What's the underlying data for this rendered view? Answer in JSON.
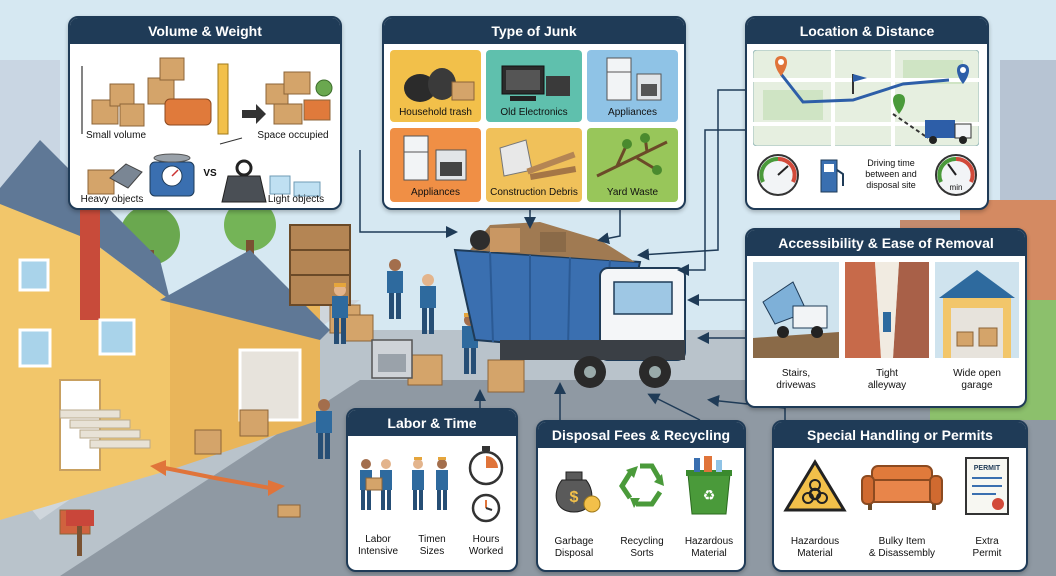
{
  "panels": {
    "volume_weight": {
      "title": "Volume & Weight",
      "small_volume": "Small volume",
      "space_occupied": "Space occupied",
      "vs": "VS",
      "heavy_objects": "Heavy objects",
      "light_objects": "Light objects"
    },
    "type_of_junk": {
      "title": "Type of Junk",
      "tiles": [
        {
          "label": "Household trash",
          "color": "#f2c04a"
        },
        {
          "label": "Old Electronics",
          "color": "#5fc0ad"
        },
        {
          "label": "Appliances",
          "color": "#8fc3e6"
        },
        {
          "label": "Appliances",
          "color": "#f08f45"
        },
        {
          "label": "Construction Debris",
          "color": "#f0c15a"
        },
        {
          "label": "Yard Waste",
          "color": "#98c65a"
        }
      ]
    },
    "location_distance": {
      "title": "Location & Distance",
      "driving_time": "Driving time\nbetween and\ndisposal site",
      "gauge_unit": "min"
    },
    "accessibility": {
      "title": "Accessibility & Ease of Removal",
      "items": [
        {
          "label": "Stairs,\ndrivewas"
        },
        {
          "label": "Tight\nalleyway"
        },
        {
          "label": "Wide open\ngarage"
        }
      ]
    },
    "labor_time": {
      "title": "Labor & Time",
      "items": [
        {
          "label": "Labor\nIntensive"
        },
        {
          "label": "Timen\nSizes"
        },
        {
          "label": "Hours\nWorked"
        }
      ]
    },
    "disposal_fees": {
      "title": "Disposal Fees & Recycling",
      "items": [
        {
          "label": "Garbage\nDisposal"
        },
        {
          "label": "Recycling\nSorts"
        },
        {
          "label": "Hazardous\nMaterial"
        }
      ]
    },
    "special_handling": {
      "title": "Special Handling or Permits",
      "items": [
        {
          "label": "Hazardous\nMaterial"
        },
        {
          "label": "Bulky Item\n& Disassembly"
        },
        {
          "label": "Extra\nPermit"
        }
      ],
      "permit_tag": "PERMIT"
    }
  },
  "colors": {
    "panel_header": "#1f3b57",
    "truck_body": "#3a6fb0",
    "arrow": "#1f3b57"
  }
}
